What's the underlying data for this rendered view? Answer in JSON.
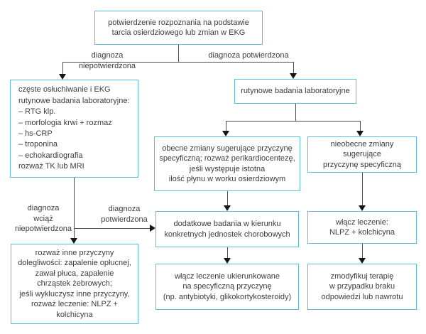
{
  "palette": {
    "box_border": "#5bbdda",
    "connector_line": "#4d4d4d",
    "arrowhead": "#161616",
    "text": "#3c3c3c",
    "background": "#ffffff"
  },
  "diagram": {
    "type": "flowchart",
    "language": "pl",
    "nodes": {
      "confirm": "potwierdzenie rozpoznania na podstawie\ntarcia osierdziowego lub zmian w EKG",
      "left_workup": "częste osłuchiwanie i EKG\nrutynowe badania laboratoryjne:\n– RTG klp.\n– morfologia krwi + rozmaz\n– hs-CRP\n– troponina\n– echokardiografia\nrozważ TK lub MRI",
      "routine_labs": "rutynowe badania laboratoryjne",
      "changes_present": "obecne zmiany sugerujące przyczynę\nspecyficzną; rozważ perikardiocentezę,\njeśli występuje istotna\nilość płynu w worku osierdziowym",
      "changes_absent": "nieobecne zmiany sugerujące\nprzyczynę specyficzną",
      "other_causes": "rozważ inne przyczyny\ndolegliwości: zapalenie opłucnej,\nzawał płuca, zapalenie\nchrząstek żebrowych;\njeśli wykluczysz inne przyczyny,\nrozważ leczenie: NLPZ + kolchicyna",
      "additional_tests": "dodatkowe badania w kierunku\nkonkretnych jednostek chorobowych",
      "targeted_treatment": "włącz leczenie ukierunkowane\nna specyficzną przyczynę\n(np. antybiotyki, glikokortykosteroidy)",
      "nsaid_treatment": "włącz leczenie:\nNLPZ + kolchicyna",
      "modify_therapy": "zmodyfikuj terapię\nw przypadku braku\nodpowiedzi lub nawrotu"
    },
    "edge_labels": {
      "diag_not_confirmed": "diagnoza niepotwierdzona",
      "diag_confirmed": "diagnoza potwierdzona",
      "diag_still_not_confirmed": "diagnoza\nwciąż\nniepotwierdzona",
      "diag_confirmed_mid": "diagnoza\npotwierdzona"
    }
  }
}
